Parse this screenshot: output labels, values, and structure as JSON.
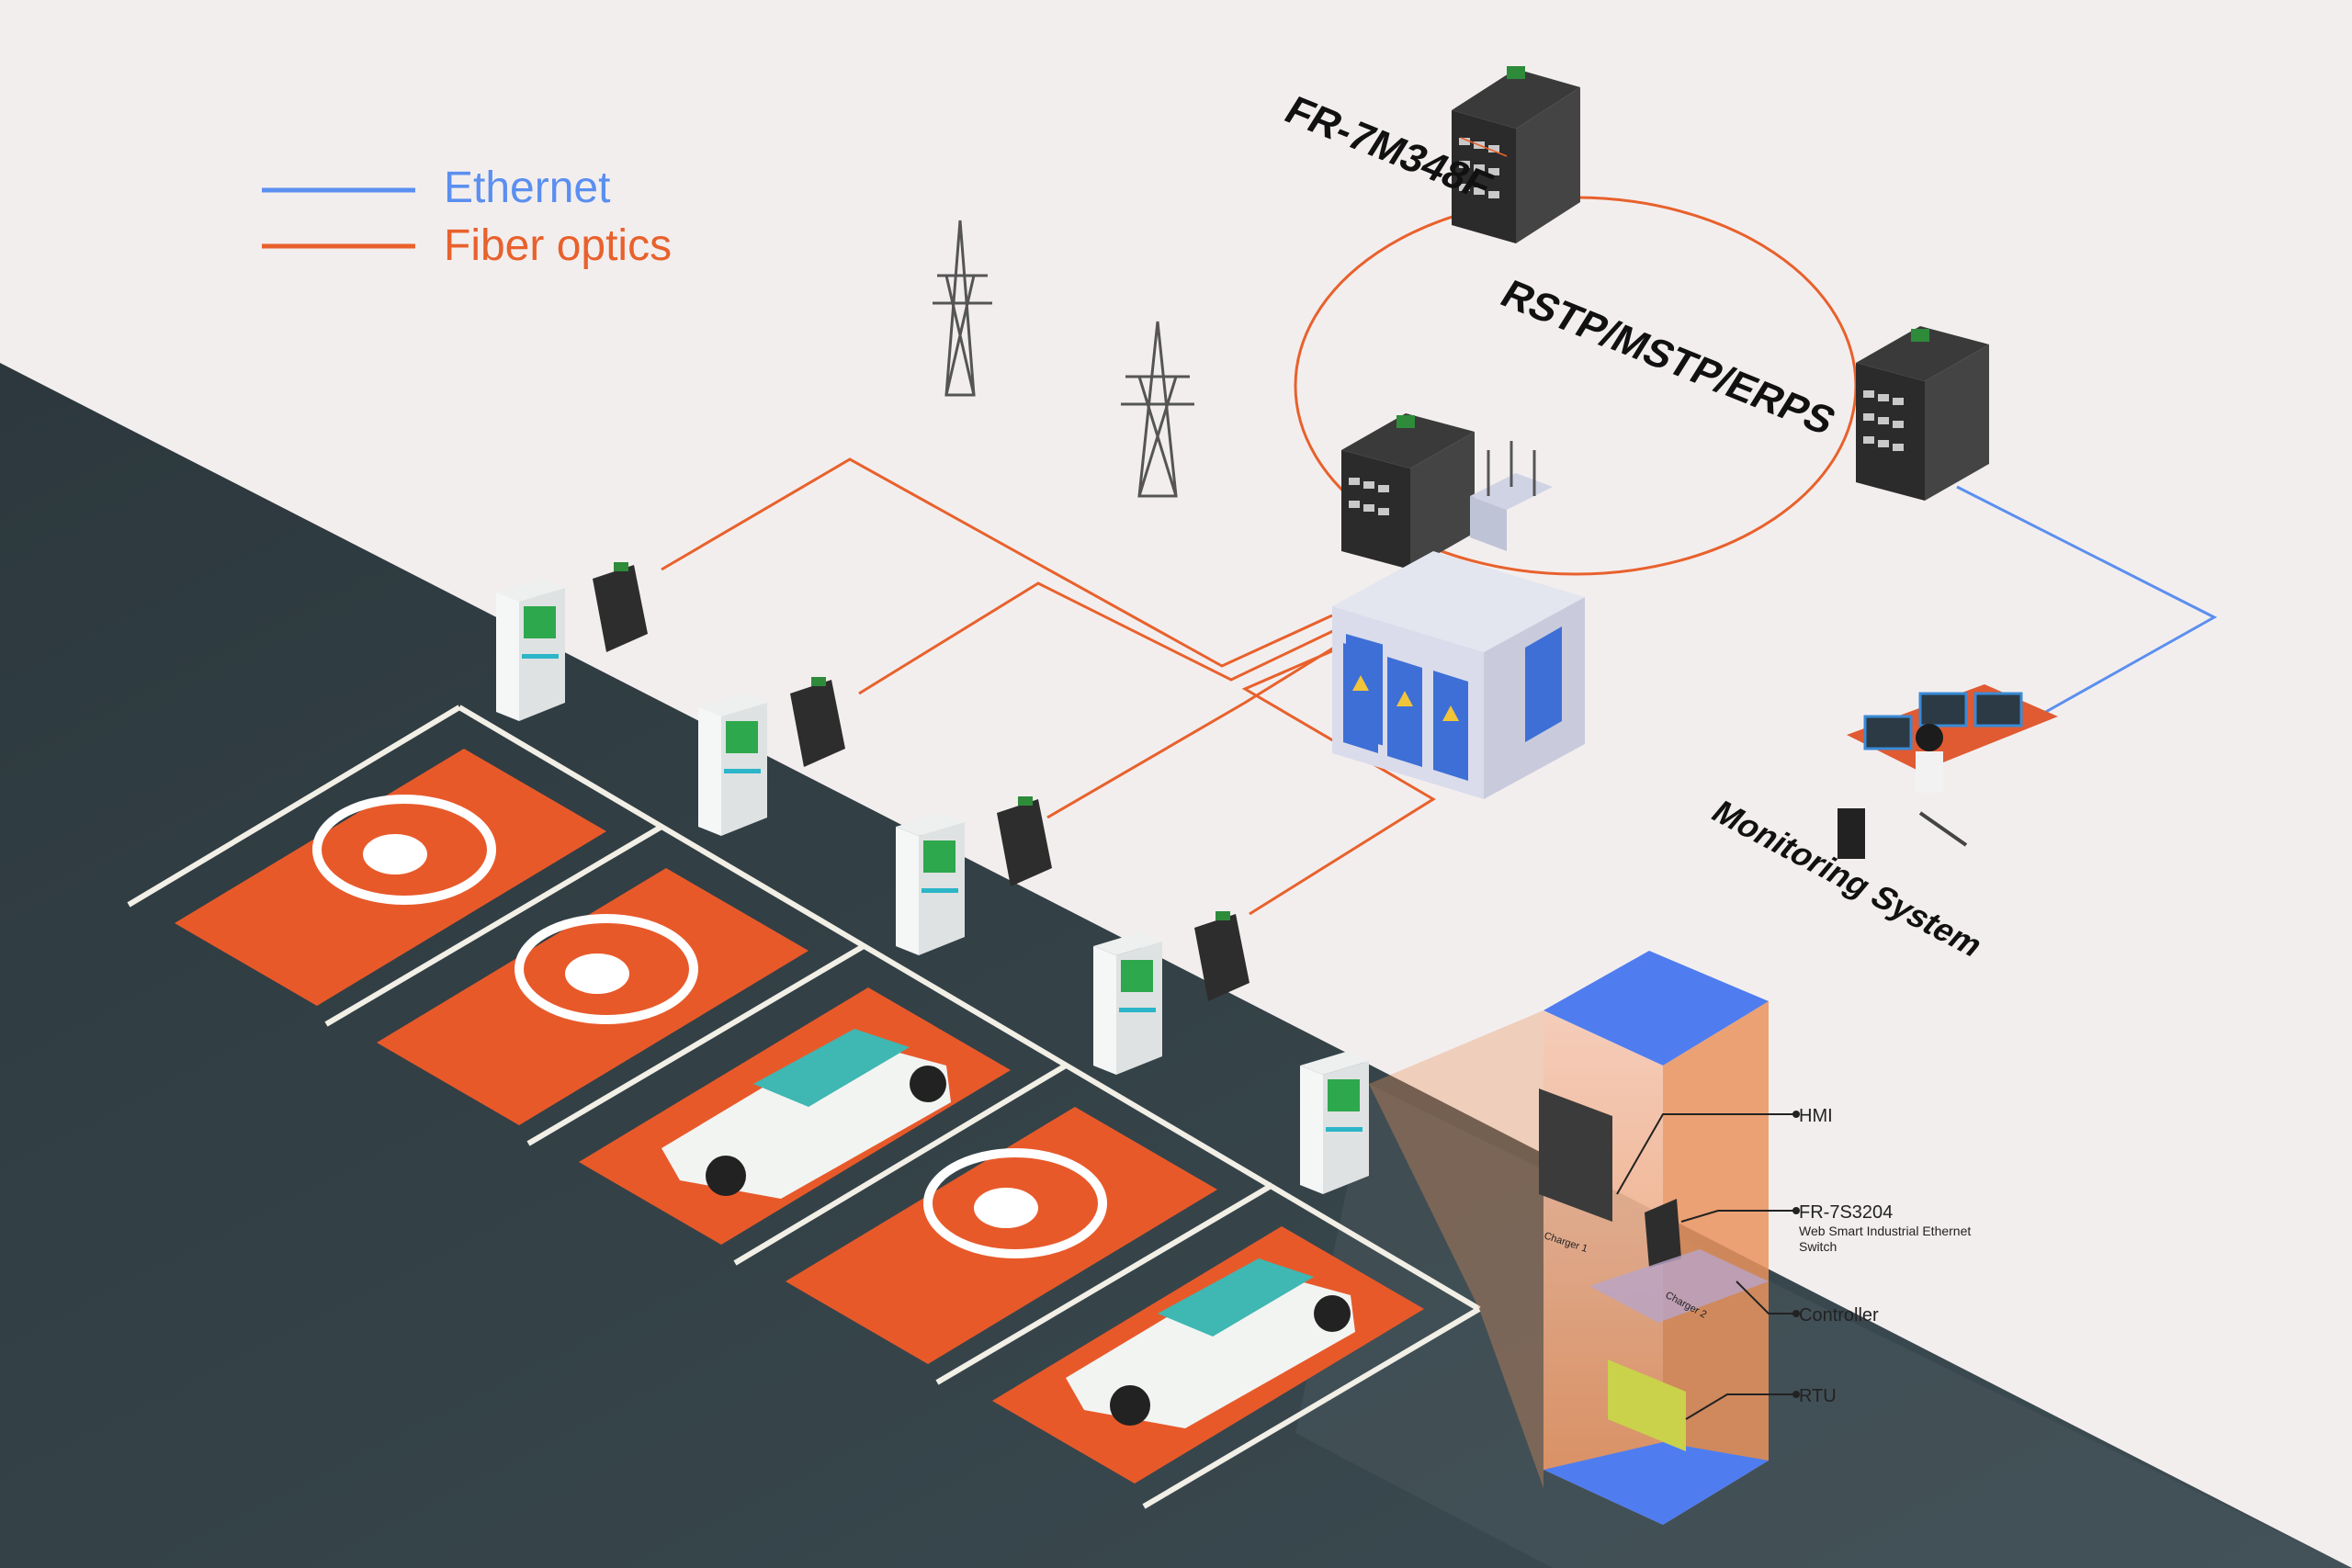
{
  "legend": {
    "items": [
      {
        "label": "Ethernet",
        "color": "#5b8ff0"
      },
      {
        "label": "Fiber optics",
        "color": "#e8612c"
      }
    ]
  },
  "labels": {
    "core_switch": "FR-7M348F",
    "ring_protocol": "RSTP/MSTP/ERPS",
    "monitoring": "Monitoring System"
  },
  "cabinet_callouts": {
    "hmi": "HMI",
    "switch_model": "FR-7S3204",
    "switch_desc_line1": "Web Smart Industrial Ethernet",
    "switch_desc_line2": "Switch",
    "controller": "Controller",
    "rtu": "RTU",
    "charger1": "Charger 1",
    "charger2": "Charger 2"
  },
  "colors": {
    "ethernet": "#5b8ff0",
    "fiber": "#e8612c",
    "ground": "#2f3d42",
    "parking_spot": "#e8592a",
    "background": "#f3eeee"
  }
}
